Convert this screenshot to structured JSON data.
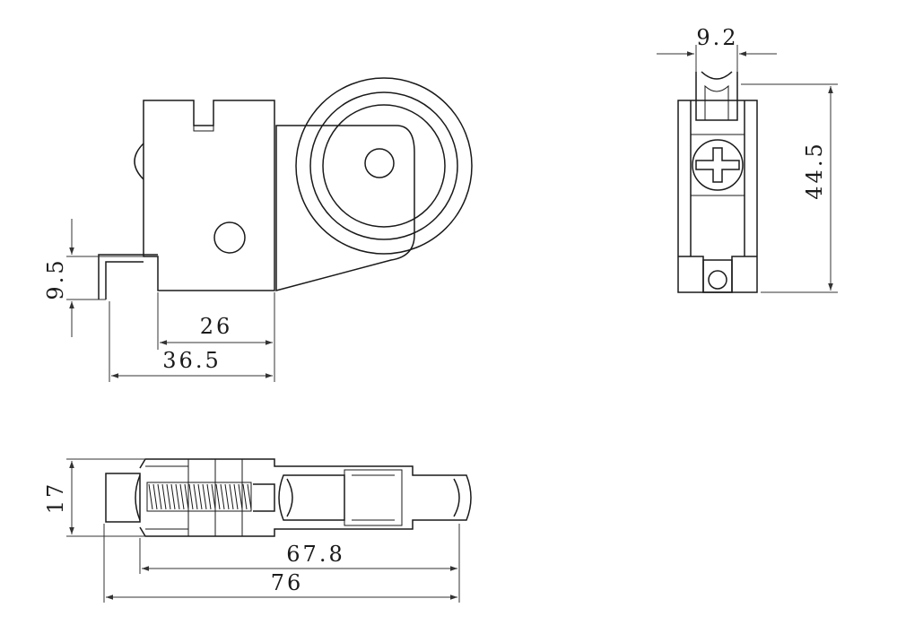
{
  "dimensions": {
    "side_view": {
      "height_small": "9.5",
      "width_inner": "26",
      "width_overall": "36.5"
    },
    "front_view": {
      "width_top": "9.2",
      "height": "44.5"
    },
    "bottom_view": {
      "thickness": "17",
      "length_inner": "67.8",
      "length_overall": "76"
    }
  },
  "colors": {
    "line": "#1a1a1a",
    "background": "#ffffff"
  }
}
